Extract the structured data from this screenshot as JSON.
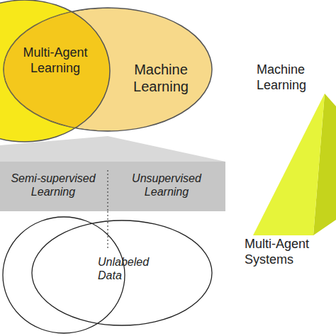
{
  "diagram": {
    "nodes": [
      {
        "text": [
          "Machine Learning"
        ]
      },
      {
        "text": [
          "Multi-Agent Learning"
        ],
        "in": 0
      },
      {
        "text": [
          "Semi-supervised Learning",
          "Unsupervised Learning"
        ]
      },
      {
        "text": [
          "Unlabeled Data"
        ]
      }
    ],
    "labels": [
      "Machine Learning",
      "Multi-Agent Systems"
    ]
  }
}
